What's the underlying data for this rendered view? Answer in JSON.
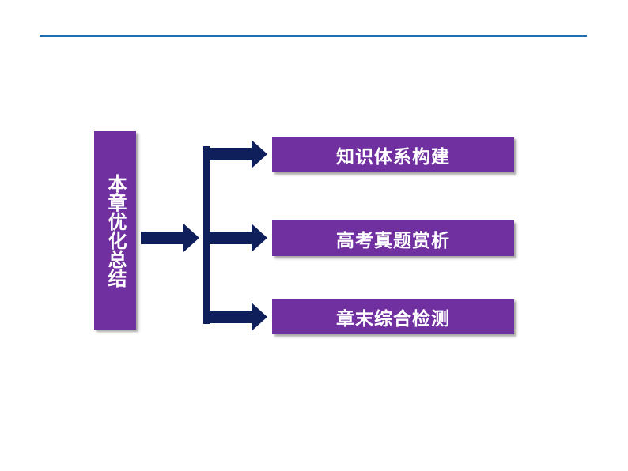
{
  "diagram": {
    "root_label": "本章优化总结",
    "items": [
      {
        "label": "知识体系构建"
      },
      {
        "label": "高考真题赏析"
      },
      {
        "label": "章末综合检测"
      }
    ]
  },
  "colors": {
    "box_fill": "#7030a0",
    "box_text": "#ffffff",
    "arrow_fill": "#0f1f5c",
    "rule": "#1f6fb2"
  },
  "icons": {
    "arrow": "arrow-right-icon"
  }
}
